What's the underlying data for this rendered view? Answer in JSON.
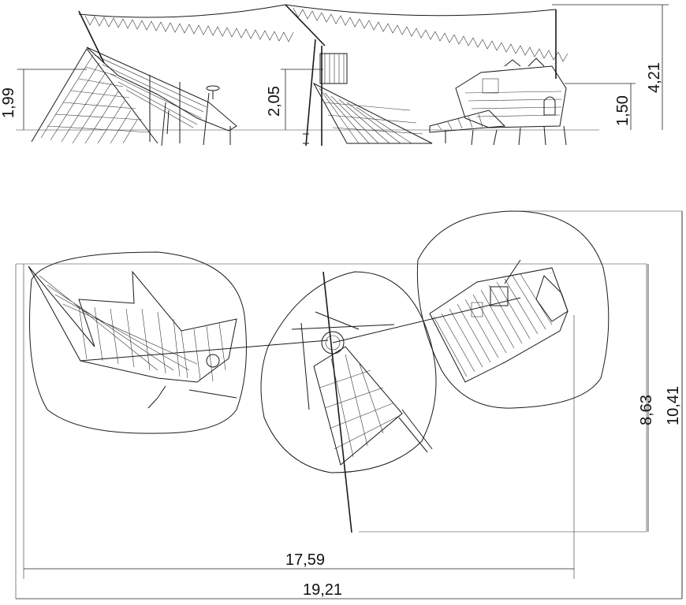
{
  "drawing": {
    "elevation_dims": {
      "d1": "1,99",
      "d2": "2,05",
      "d3": "1,50",
      "d4": "4,21"
    },
    "plan_dims": {
      "d5": "8,63",
      "d6": "10,41",
      "d7": "17,59",
      "d8": "19,21"
    }
  }
}
